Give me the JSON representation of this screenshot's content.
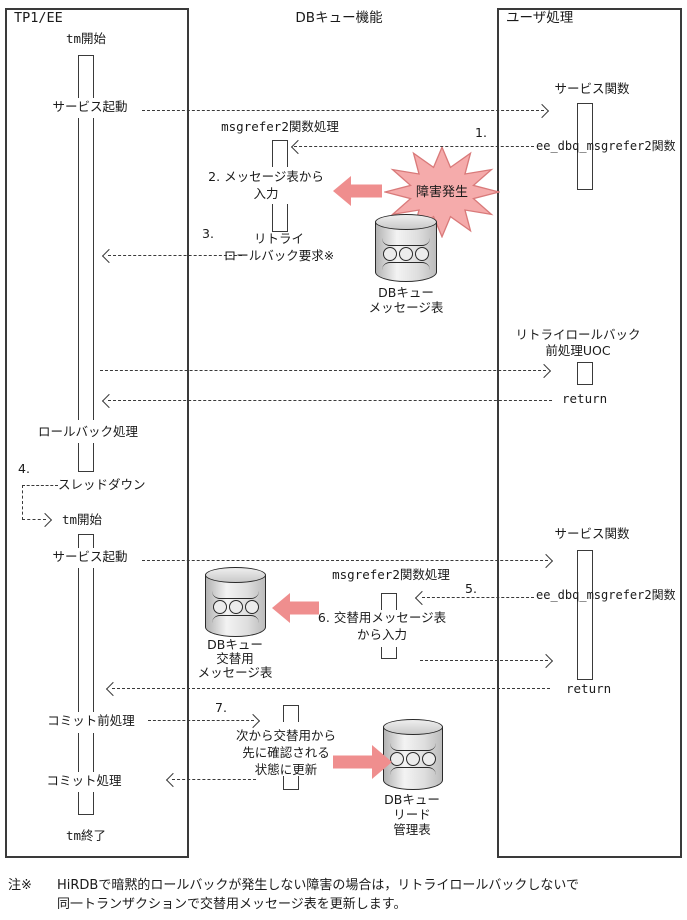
{
  "columns": {
    "left_box": "TP1/EE",
    "middle": "DBキュー機能",
    "right_box": "ユーザ処理"
  },
  "left_lane": {
    "tm_start_1": "tm開始",
    "service_start_1": "サービス起動",
    "rollback": "ロールバック処理",
    "step4": "4.",
    "thread_down": "スレッドダウン",
    "tm_start_2": "tm開始",
    "service_start_2": "サービス起動",
    "commit_pre": "コミット前処理",
    "commit": "コミット処理",
    "tm_end": "tm終了"
  },
  "middle_lane": {
    "msgrefer_1": "msgrefer2関数処理",
    "step2_l1": "2. メッセージ表から",
    "step2_l2": "入力",
    "step3": "3.",
    "retry_l1": "リトライ",
    "retry_l2": "ロールバック要求※",
    "failure": "障害発生",
    "db1_l1": "DBキュー",
    "db1_l2": "メッセージ表",
    "db2_l1": "DBキュー",
    "db2_l2": "交替用",
    "db2_l3": "メッセージ表",
    "msgrefer_2": "msgrefer2関数処理",
    "step6_l1": "6. 交替用メッセージ表",
    "step6_l2": "から入力",
    "step7": "7.",
    "update_l1": "次から交替用から",
    "update_l2": "先に確認される",
    "update_l3": "状態に更新",
    "db3_l1": "DBキュー",
    "db3_l2": "リード",
    "db3_l3": "管理表"
  },
  "right_lane": {
    "service_fn_1": "サービス関数",
    "step1": "1.",
    "ee_fn_1": "ee_dbq_msgrefer2関数",
    "uoc_l1": "リトライロールバック",
    "uoc_l2": "前処理UOC",
    "return_1": "return",
    "service_fn_2": "サービス関数",
    "step5": "5.",
    "ee_fn_2": "ee_dbq_msgrefer2関数",
    "return_2": "return"
  },
  "note": {
    "prefix": "注※",
    "line1": "HiRDBで暗黙的ロールバックが発生しない障害の場合は，リトライロールバックしないで",
    "line2": "同一トランザクションで交替用メッセージ表を更新します。"
  },
  "colors": {
    "line": "#3a3a3a",
    "accent_pink_fill": "#f5abab",
    "accent_pink_arrow": "#ef8e8e"
  }
}
